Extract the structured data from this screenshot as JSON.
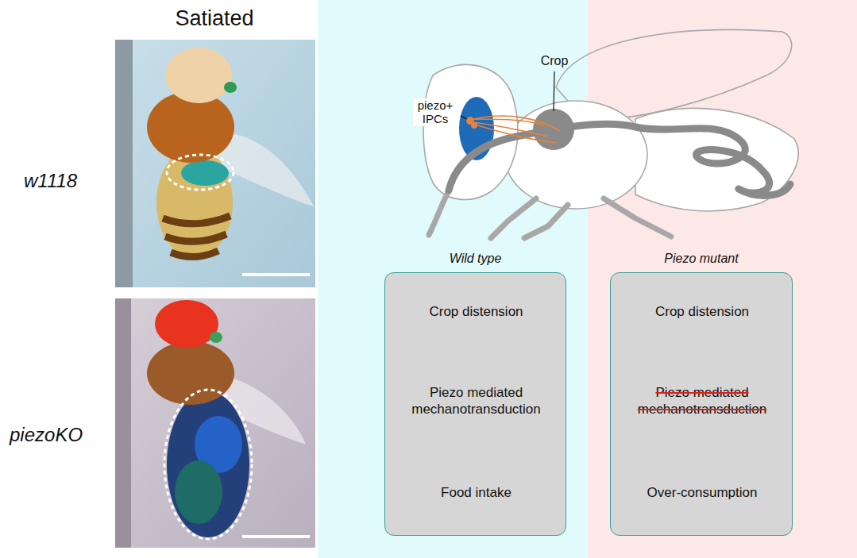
{
  "diagram": {
    "nodes": [
      {
        "text": [
          "Wild type"
        ]
      },
      {
        "text": [
          "Crop distension"
        ],
        "in": 0
      },
      {
        "text": [
          "Piezo mediated mechanotransduction"
        ],
        "in": 0
      },
      {
        "text": [
          "Food intake"
        ],
        "in": 0
      },
      {
        "text": [
          "Piezo mutant"
        ]
      },
      {
        "text": [
          "Crop distension"
        ],
        "in": 4
      },
      {
        "text": [
          "Piezo mediated mechanotransduction"
        ],
        "in": 4
      },
      {
        "text": [
          "Over-consumption"
        ],
        "in": 4
      }
    ],
    "edges": [
      {
        "from": 1,
        "to": 2,
        "arrow": "to"
      },
      {
        "from": 2,
        "to": 3,
        "arrow": "to"
      },
      {
        "from": 5,
        "to": 6,
        "arrow": "to"
      },
      {
        "from": 6,
        "to": 7,
        "arrow": "to"
      }
    ],
    "labels": [
      "Satiated",
      "w1118",
      "piezoKO",
      "piezo+ IPCs",
      "Crop"
    ]
  }
}
